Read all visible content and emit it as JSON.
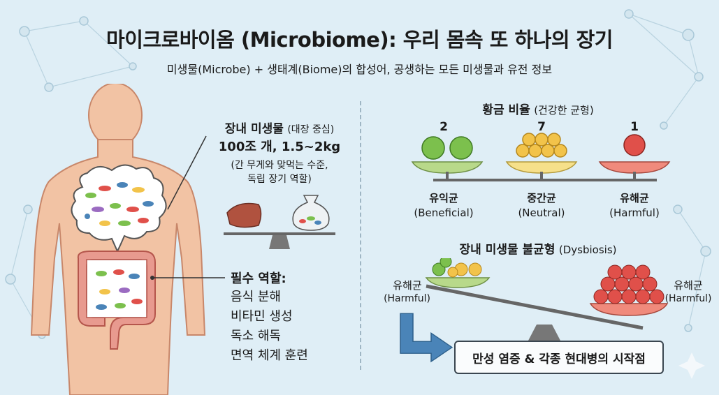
{
  "title": "마이크로바이옴 (Microbiome): 우리 몸속 또 하나의 장기",
  "subtitle": "미생물(Microbe) + 생태계(Biome)의 합성어, 공생하는 모든 미생물과 유전 정보",
  "gut_microbes": {
    "heading": "장내 미생물",
    "heading_note": "(대장 중심)",
    "stat": "100조 개, 1.5~2kg",
    "note_line1": "(간 무게와 맞먹는 수준,",
    "note_line2": "독립 장기 역할)"
  },
  "roles": {
    "heading": "필수 역할:",
    "items": [
      "음식 분해",
      "비타민 생성",
      "독소 해독",
      "면역 체계 훈련"
    ]
  },
  "golden_ratio": {
    "heading": "황금 비율",
    "heading_note": "(건강한 균형)",
    "groups": [
      {
        "count": "2",
        "name": "유익균",
        "name_en": "(Beneficial)",
        "color": "#7cc04d"
      },
      {
        "count": "7",
        "name": "중간균",
        "name_en": "(Neutral)",
        "color": "#f2c34a"
      },
      {
        "count": "1",
        "name": "유해균",
        "name_en": "(Harmful)",
        "color": "#e0504a"
      }
    ]
  },
  "dysbiosis": {
    "heading": "장내 미생물 불균형",
    "heading_note": "(Dysbiosis)",
    "left_label": "유해균",
    "left_label_en": "(Harmful)",
    "right_label": "유해균",
    "right_label_en": "(Harmful)",
    "result": "만성 염증 & 각종 현대병의 시작점"
  },
  "colors": {
    "skin": "#f2c3a4",
    "intestine": "#e89a8f",
    "beneficial": "#7cc04d",
    "neutral": "#f2c34a",
    "harmful": "#e0504a",
    "scale_green": "#b8d98a",
    "scale_yellow": "#f6e08a",
    "scale_red": "#f08a7c",
    "accent_blue": "#4a84b8"
  }
}
